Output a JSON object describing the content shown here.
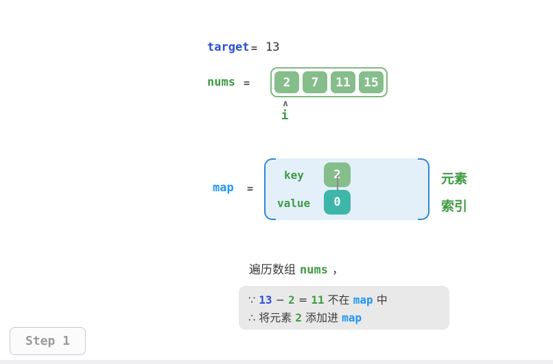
{
  "palette": {
    "code_blue": "#2b4ed6",
    "azure_blue": "#2196f3",
    "bracket_blue": "#2e86d8",
    "text_green": "#3f9a44",
    "cell_green": "#85be8b",
    "teal": "#3eb6aa",
    "map_box_bg": "#e3f0fa",
    "info_box_bg": "#e9e9e9",
    "text_dark": "#3c3c3c",
    "button_gray": "#9b9b9b"
  },
  "target_row": {
    "label": "target",
    "equals": "=",
    "value": "13"
  },
  "nums_row": {
    "label": "nums",
    "equals": "=",
    "cells": [
      "2",
      "7",
      "11",
      "15"
    ],
    "pointer_symbol": "∧",
    "pointer_label": "i"
  },
  "map_row": {
    "label": "map",
    "equals": "=",
    "key_label": "key",
    "key_value": "2",
    "value_label": "value",
    "value_value": "0",
    "element_label": "元素",
    "index_label": "索引"
  },
  "caption": {
    "prefix": "遍历数组",
    "code": "nums",
    "comma": "，"
  },
  "info_box": {
    "line1": [
      {
        "text": "∵ ",
        "c": "dark"
      },
      {
        "text": "13",
        "c": "blue"
      },
      {
        "text": " − ",
        "c": "dark"
      },
      {
        "text": "2",
        "c": "green"
      },
      {
        "text": " = ",
        "c": "dark"
      },
      {
        "text": "11",
        "c": "green"
      },
      {
        "text": " 不在 ",
        "c": "dark"
      },
      {
        "text": "map",
        "c": "azure"
      },
      {
        "text": " 中",
        "c": "dark"
      }
    ],
    "line2": [
      {
        "text": "∴ 将元素 ",
        "c": "dark"
      },
      {
        "text": "2",
        "c": "green"
      },
      {
        "text": " 添加进 ",
        "c": "dark"
      },
      {
        "text": "map",
        "c": "azure"
      }
    ]
  },
  "step_button": {
    "label": "Step 1"
  }
}
